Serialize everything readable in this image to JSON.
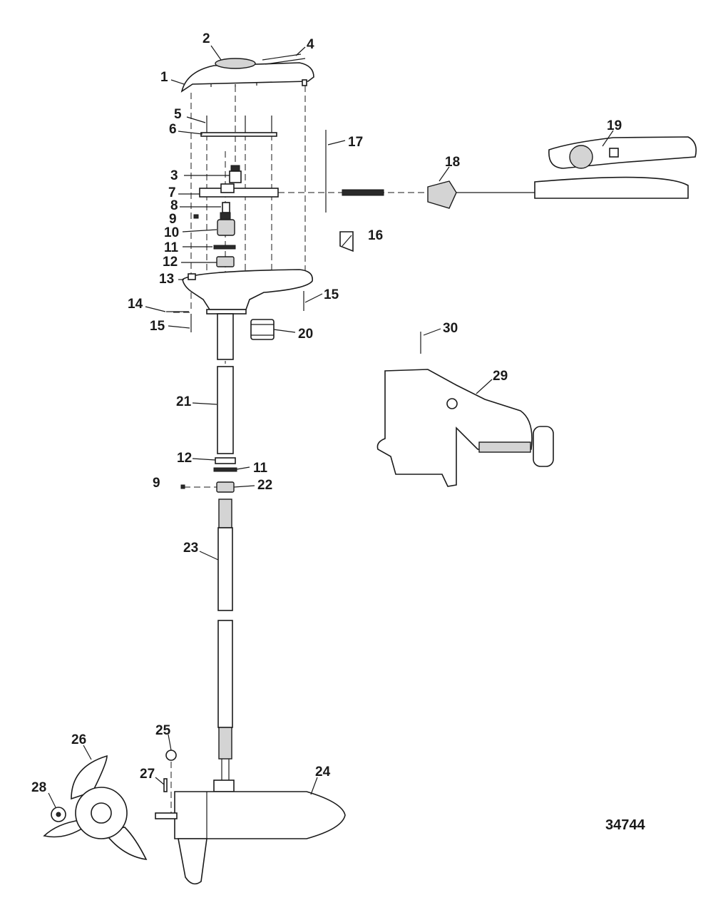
{
  "figure_number": "34744",
  "callouts": [
    {
      "id": "lbl-1",
      "text": "1"
    },
    {
      "id": "lbl-2",
      "text": "2"
    },
    {
      "id": "lbl-4",
      "text": "4"
    },
    {
      "id": "lbl-5",
      "text": "5"
    },
    {
      "id": "lbl-6",
      "text": "6"
    },
    {
      "id": "lbl-3",
      "text": "3"
    },
    {
      "id": "lbl-7",
      "text": "7"
    },
    {
      "id": "lbl-8",
      "text": "8"
    },
    {
      "id": "lbl-9a",
      "text": "9"
    },
    {
      "id": "lbl-10",
      "text": "10"
    },
    {
      "id": "lbl-11a",
      "text": "11"
    },
    {
      "id": "lbl-12a",
      "text": "12"
    },
    {
      "id": "lbl-13",
      "text": "13"
    },
    {
      "id": "lbl-14",
      "text": "14"
    },
    {
      "id": "lbl-15a",
      "text": "15"
    },
    {
      "id": "lbl-15b",
      "text": "15"
    },
    {
      "id": "lbl-16",
      "text": "16"
    },
    {
      "id": "lbl-17",
      "text": "17"
    },
    {
      "id": "lbl-18",
      "text": "18"
    },
    {
      "id": "lbl-19",
      "text": "19"
    },
    {
      "id": "lbl-20",
      "text": "20"
    },
    {
      "id": "lbl-21",
      "text": "21"
    },
    {
      "id": "lbl-12b",
      "text": "12"
    },
    {
      "id": "lbl-11b",
      "text": "11"
    },
    {
      "id": "lbl-9b",
      "text": "9"
    },
    {
      "id": "lbl-22",
      "text": "22"
    },
    {
      "id": "lbl-23",
      "text": "23"
    },
    {
      "id": "lbl-24",
      "text": "24"
    },
    {
      "id": "lbl-25",
      "text": "25"
    },
    {
      "id": "lbl-26",
      "text": "26"
    },
    {
      "id": "lbl-27",
      "text": "27"
    },
    {
      "id": "lbl-28",
      "text": "28"
    },
    {
      "id": "lbl-29",
      "text": "29"
    },
    {
      "id": "lbl-30",
      "text": "30"
    }
  ]
}
